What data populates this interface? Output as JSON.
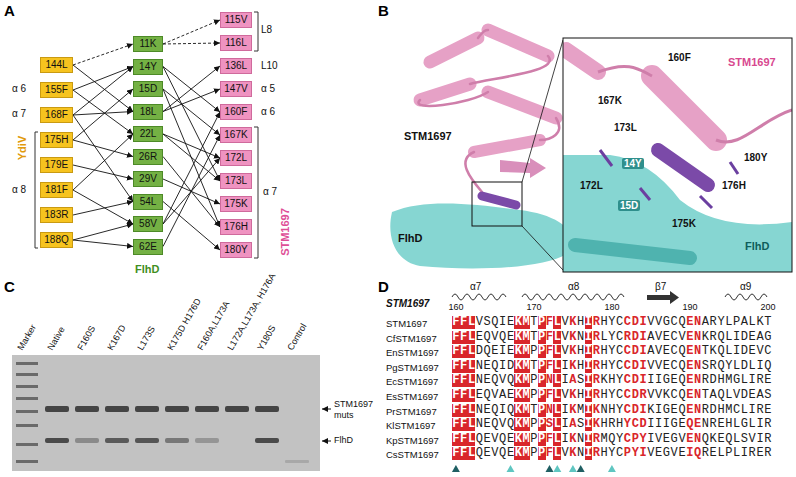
{
  "diagram": {
    "nodes": [
      {
        "text": [
          "144L"
        ]
      },
      {
        "text": [
          "155F"
        ]
      },
      {
        "text": [
          "168F"
        ]
      },
      {
        "text": [
          "175H"
        ]
      },
      {
        "text": [
          "179E"
        ]
      },
      {
        "text": [
          "181F"
        ]
      },
      {
        "text": [
          "183R"
        ]
      },
      {
        "text": [
          "188Q"
        ]
      },
      {
        "text": [
          "11K"
        ]
      },
      {
        "text": [
          "14Y"
        ]
      },
      {
        "text": [
          "15D"
        ]
      },
      {
        "text": [
          "18L"
        ]
      },
      {
        "text": [
          "22L"
        ]
      },
      {
        "text": [
          "26R"
        ]
      },
      {
        "text": [
          "29V"
        ]
      },
      {
        "text": [
          "54L"
        ]
      },
      {
        "text": [
          "58V"
        ]
      },
      {
        "text": [
          "62E"
        ]
      },
      {
        "text": [
          "115V"
        ]
      },
      {
        "text": [
          "116L"
        ]
      },
      {
        "text": [
          "136L"
        ]
      },
      {
        "text": [
          "147V"
        ]
      },
      {
        "text": [
          "160F"
        ]
      },
      {
        "text": [
          "167K"
        ]
      },
      {
        "text": [
          "172L"
        ]
      },
      {
        "text": [
          "173L"
        ]
      },
      {
        "text": [
          "175K"
        ]
      },
      {
        "text": [
          "176H"
        ]
      },
      {
        "text": [
          "180Y"
        ]
      }
    ],
    "edges": [
      {
        "from": 0,
        "to": 8,
        "arrow": "to"
      },
      {
        "from": 0,
        "to": 11,
        "arrow": "to"
      },
      {
        "from": 1,
        "to": 9,
        "arrow": "to"
      },
      {
        "from": 1,
        "to": 12,
        "arrow": "to"
      },
      {
        "from": 2,
        "to": 9,
        "arrow": "to"
      },
      {
        "from": 2,
        "to": 11,
        "arrow": "to"
      },
      {
        "from": 2,
        "to": 15,
        "arrow": "to"
      },
      {
        "from": 3,
        "to": 10,
        "arrow": "to"
      },
      {
        "from": 3,
        "to": 13,
        "arrow": "to"
      },
      {
        "from": 4,
        "to": 14,
        "arrow": "to"
      },
      {
        "from": 5,
        "to": 12,
        "arrow": "to"
      },
      {
        "from": 5,
        "to": 16,
        "arrow": "to"
      },
      {
        "from": 6,
        "to": 15,
        "arrow": "to"
      },
      {
        "from": 7,
        "to": 16,
        "arrow": "to"
      },
      {
        "from": 7,
        "to": 17,
        "arrow": "to"
      },
      {
        "from": 8,
        "to": 18,
        "arrow": "to"
      },
      {
        "from": 8,
        "to": 19,
        "arrow": "to"
      },
      {
        "from": 9,
        "to": 22,
        "arrow": "to"
      },
      {
        "from": 9,
        "to": 25,
        "arrow": "to"
      },
      {
        "from": 10,
        "to": 23,
        "arrow": "to"
      },
      {
        "from": 10,
        "to": 27,
        "arrow": "to"
      },
      {
        "from": 11,
        "to": 20,
        "arrow": "to"
      },
      {
        "from": 11,
        "to": 21,
        "arrow": "to"
      },
      {
        "from": 12,
        "to": 24,
        "arrow": "to"
      },
      {
        "from": 12,
        "to": 25,
        "arrow": "to"
      },
      {
        "from": 13,
        "to": 27,
        "arrow": "to"
      },
      {
        "from": 14,
        "to": 26,
        "arrow": "to"
      },
      {
        "from": 15,
        "to": 28,
        "arrow": "to"
      },
      {
        "from": 16,
        "to": 22,
        "arrow": "to"
      },
      {
        "from": 17,
        "to": 23,
        "arrow": "to"
      },
      {
        "from": 16,
        "to": 24,
        "arrow": "to"
      }
    ],
    "labels": [
      "A",
      "α 6",
      "α 7",
      "α 8",
      "YdiV",
      "L8",
      "L10",
      "α 5",
      "α 6",
      "α 7",
      "FlhD",
      "STM1697",
      "B",
      "STM1697",
      "FlhD",
      "STM1697",
      "FlhD",
      "160F",
      "167K",
      "173L",
      "14Y",
      "172L",
      "15D",
      "175K",
      "176H",
      "180Y",
      "C",
      "Marker",
      "Native",
      "F160S",
      "K167D",
      "L173S",
      "K175D H176D",
      "F160A,L173A",
      "L172A,L173A, H176A",
      "Y180S",
      "Control",
      "STM1697 muts",
      "FlhD",
      "D",
      "STM1697",
      "α7",
      "α8",
      "β7",
      "α9",
      "160",
      "170",
      "180",
      "190",
      "200",
      "STM1697",
      "CfSTM1697",
      "EnSTM1697",
      "PgSTM1697",
      "EcSTM1697",
      "EsSTM1697",
      "PrSTM1697",
      "KlSTM1697",
      "KpSTM1697",
      "CsSTM1697",
      "FFLVSQIEKMTPFLVKHIRHYCCDIVVGCQENARYLPALKT",
      "FFLEQVQEKMTPFLVKNIRLYCRDIAVECVENKRQLIDEAG",
      "FFLDQEIEKMPPFLVKHIRHYCCDIAVECQENTKQLIDEVC",
      "FFLNEQIDKMTPFLIKHIRHYCCDIVVECQENSRQYLDLIQ",
      "FFLNEQVQKMPPNLIASIRKHYCDIIIGEQENRDHMGLIRE",
      "FFLEQVAEKMPPFLVKHIRHYCCDRVVKCQENTAQLVDEAS",
      "FFLNEQIQKMTPNLIKMIKNHYCDIKIGEQENRDHMCLIRE",
      "FFLNEQVQKMPPSLIASIKHRHYCDIIIGEQENREHLGLIR",
      "FFLQEVQEKMPPFLIKNIRMQYCPYIVEGVENQKEQLSVIR",
      "FFLQEVQEKMPPFLVKNIRHYCPYIVEGVEIQRELPLIRER"
    ]
  }
}
